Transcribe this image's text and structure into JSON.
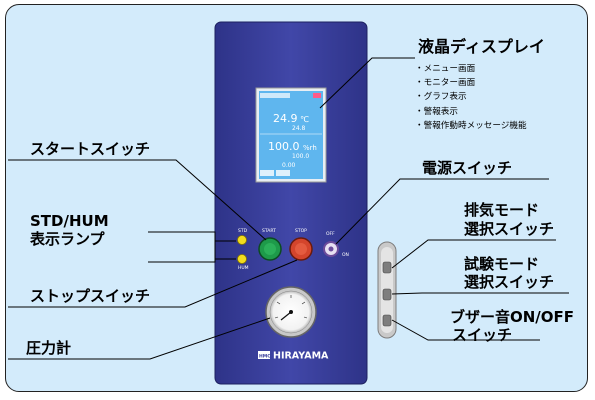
{
  "title": "液晶ディスプレイ",
  "display_features": [
    "メニュー画面",
    "モニター画面",
    "グラフ表示",
    "警報表示",
    "警報作動時メッセージ機能"
  ],
  "callouts": {
    "start": "スタートスイッチ",
    "std_hum_line1": "STD/HUM",
    "std_hum_line2": "表示ランプ",
    "stop": "ストップスイッチ",
    "gauge": "圧力計",
    "power": "電源スイッチ",
    "exhaust_line1": "排気モード",
    "exhaust_line2": "選択スイッチ",
    "test_line1": "試験モード",
    "test_line2": "選択スイッチ",
    "buzzer_line1": "ブザー音ON/OFF",
    "buzzer_line2": "スイッチ"
  },
  "panel": {
    "brand": "HIRAYAMA",
    "brand_mark": "HMC",
    "btn_start": "START",
    "btn_stop": "STOP",
    "btn_off": "OFF",
    "btn_on": "ON",
    "lamp_std": "STD",
    "lamp_hum": "HUM"
  },
  "screen": {
    "reading_1": "24.9",
    "unit_1": "℃",
    "sub_1": "24.8",
    "reading_2": "100.0",
    "unit_2": "%rh",
    "sub_2": "100.0",
    "bottom": "0.00"
  },
  "colors": {
    "background": "#d3ebfb",
    "panel": "#3a3f9c",
    "screen": "#5fb6ee",
    "start_button": "#1e9a4a",
    "stop_button": "#d4452c",
    "lamp": "#f2dc1e"
  }
}
